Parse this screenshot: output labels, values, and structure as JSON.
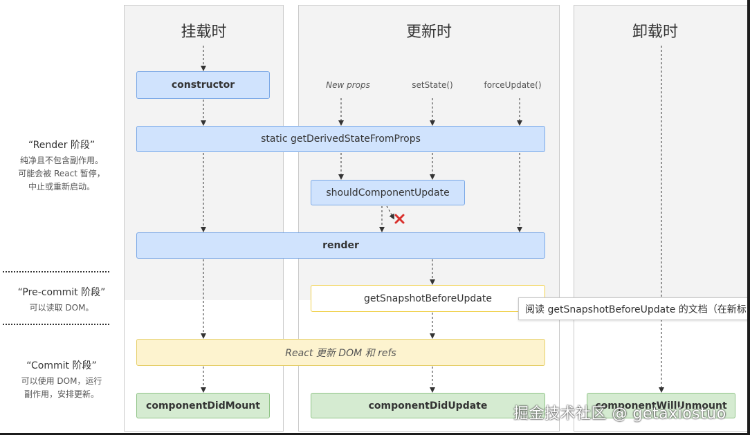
{
  "columns": {
    "mount": {
      "title": "挂载时"
    },
    "update": {
      "title": "更新时"
    },
    "unmount": {
      "title": "卸载时"
    }
  },
  "phases": {
    "render": {
      "title": "“Render 阶段”",
      "desc": [
        "纯净且不包含副作用。",
        "可能会被 React 暂停，",
        "中止或重新启动。"
      ]
    },
    "precommit": {
      "title": "“Pre-commit 阶段”",
      "desc": [
        "可以读取 DOM。"
      ]
    },
    "commit": {
      "title": "“Commit 阶段”",
      "desc": [
        "可以使用 DOM，运行",
        "副作用，安排更新。"
      ]
    }
  },
  "triggers": {
    "new_props": "New props",
    "set_state": "setState()",
    "force_update": "forceUpdate()"
  },
  "methods": {
    "constructor": "constructor",
    "get_derived": "static getDerivedStateFromProps",
    "should_update": "shouldComponentUpdate",
    "render": "render",
    "snapshot": "getSnapshotBeforeUpdate",
    "react_update": "React 更新 DOM 和 refs",
    "did_mount": "componentDidMount",
    "did_update": "componentDidUpdate",
    "will_unmount": "componentWillUnmount"
  },
  "tooltip": "阅读 getSnapshotBeforeUpdate 的文档（在新标",
  "watermark": "掘金技术社区 @ getaxiostuo",
  "colors": {
    "blue_fill": "#d0e3fd",
    "yellow_fill": "#fdf3cf",
    "green_fill": "#d5ebd1",
    "cancel_mark": "#d9302c"
  },
  "icons": {
    "cancel": "cross-icon"
  }
}
